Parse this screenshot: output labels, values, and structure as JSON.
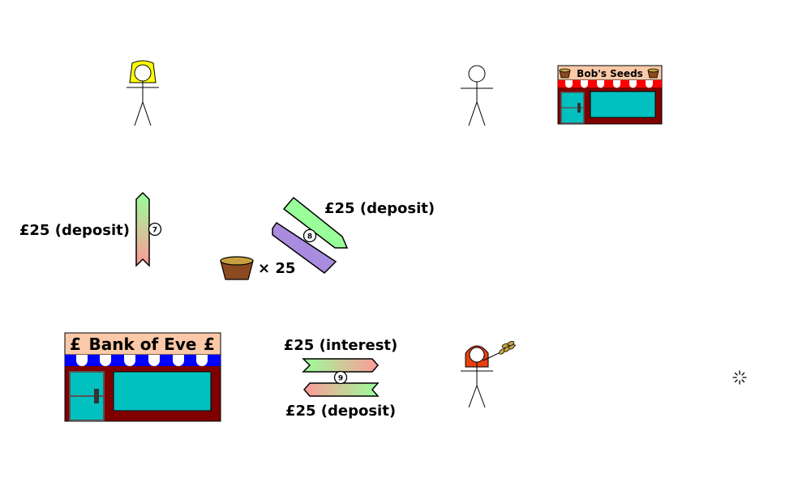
{
  "shops": {
    "seeds": {
      "name": "Bob's Seeds"
    },
    "bank": {
      "name": "Bank of Eve",
      "currency_symbol": "£"
    }
  },
  "flows": [
    {
      "step": "7",
      "label": "£25 (deposit)"
    },
    {
      "step": "8",
      "label": "£25 (deposit)",
      "goods_label": "× 25"
    },
    {
      "step": "9",
      "top_label": "£25 (interest)",
      "bottom_label": "£25 (deposit)"
    }
  ],
  "icons": [
    "person-with-yellow-hair-icon",
    "person-icon",
    "farmer-with-wheat-icon",
    "seed-pot-icon",
    "loading-spinner-icon"
  ],
  "colors": {
    "shop_wall": "#800000",
    "shop_sign": "#fbc9a8",
    "window": "#00c0c0",
    "seeds_awning": "#ff0000",
    "bank_awning": "#0000ff",
    "money_from": "#ff9999",
    "money_to": "#99ff99",
    "goods": "#a98ce0",
    "hair_yellow": "#ffff00",
    "hood_orange": "#e84010",
    "wheat": "#c8a640",
    "pot_brown": "#8b4a20",
    "pot_rim": "#c8a040"
  }
}
